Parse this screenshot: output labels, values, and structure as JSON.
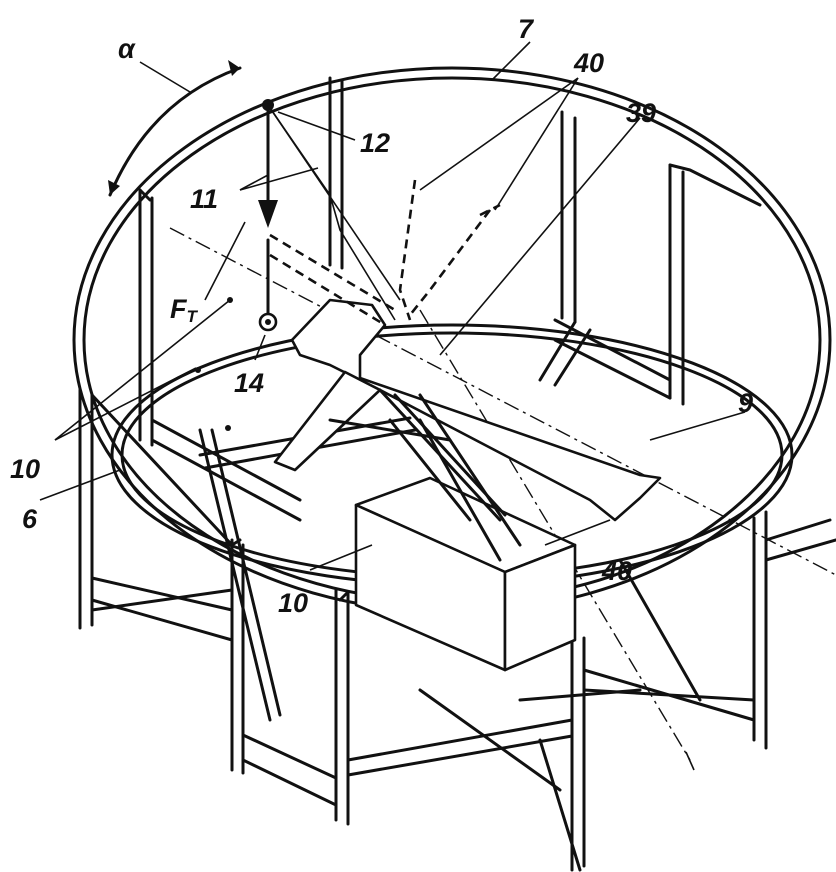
{
  "labels": {
    "alpha": "α",
    "n7": "7",
    "n40_top": "40",
    "n39": "39",
    "n12": "12",
    "n11": "11",
    "ft_main": "F",
    "ft_sub": "T",
    "n14": "14",
    "n10_left": "10",
    "n6": "6",
    "n9": "9",
    "n10_box": "10",
    "n40_right": "40"
  }
}
